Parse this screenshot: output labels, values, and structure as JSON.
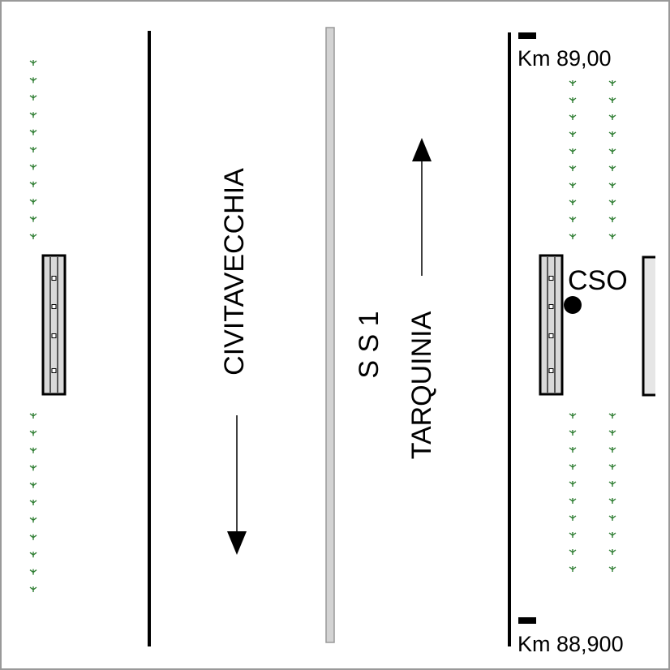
{
  "road": {
    "direction_down": "CIVITAVECCHIA",
    "direction_up": "TARQUINIA",
    "road_name": "S S 1"
  },
  "markers": {
    "km_top": "Km 89,00",
    "km_bottom": "Km 88,900",
    "station": "CSO"
  },
  "colors": {
    "tree": "#2e7d32",
    "barrier_fill": "#d9d9d9",
    "median": "#d3d3d3",
    "line": "#000000"
  }
}
